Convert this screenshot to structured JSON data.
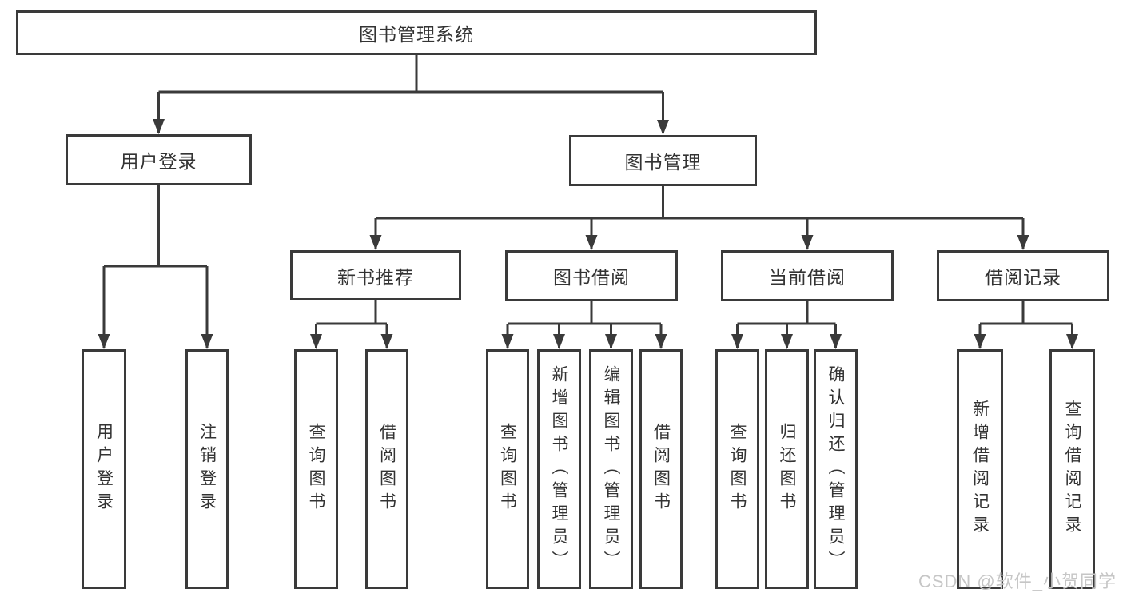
{
  "diagram": {
    "root_label": "图书管理系统",
    "branches": [
      {
        "label": "用户登录",
        "leaves": [
          "用户登录",
          "注销登录"
        ]
      },
      {
        "label": "图书管理",
        "children": [
          {
            "label": "新书推荐",
            "leaves": [
              "查询图书",
              "借阅图书"
            ]
          },
          {
            "label": "图书借阅",
            "leaves": [
              "查询图书",
              "新增图书（管理员）",
              "编辑图书（管理员）",
              "借阅图书"
            ]
          },
          {
            "label": "当前借阅",
            "leaves": [
              "查询图书",
              "归还图书",
              "确认归还（管理员）"
            ]
          },
          {
            "label": "借阅记录",
            "leaves": [
              "新增借阅记录",
              "查询借阅记录"
            ]
          }
        ]
      }
    ]
  },
  "watermark": {
    "text": "CSDN @软件_小贺同学"
  },
  "colors": {
    "line": "#3a3a3a",
    "box_border": "#3a3a3a",
    "box_bg": "#ffffff",
    "text": "#333333",
    "watermark": "#c6c6c6"
  }
}
